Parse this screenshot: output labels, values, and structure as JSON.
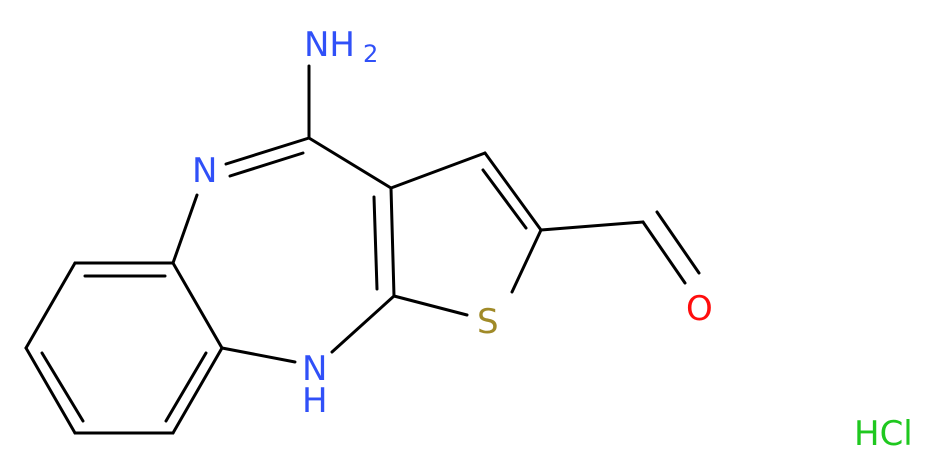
{
  "atoms": {
    "amine_n": "NH",
    "amine_sub": "2",
    "imine_n": "N",
    "ring_nh": "N",
    "ring_nh_h": "H",
    "sulfur": "S",
    "oxygen": "O",
    "salt": "HCl"
  },
  "colors": {
    "nitrogen": "#3050F8",
    "sulfur": "#A08A28",
    "oxygen": "#FF0D0D",
    "chlorine": "#1FC81F",
    "bond": "#000000"
  }
}
